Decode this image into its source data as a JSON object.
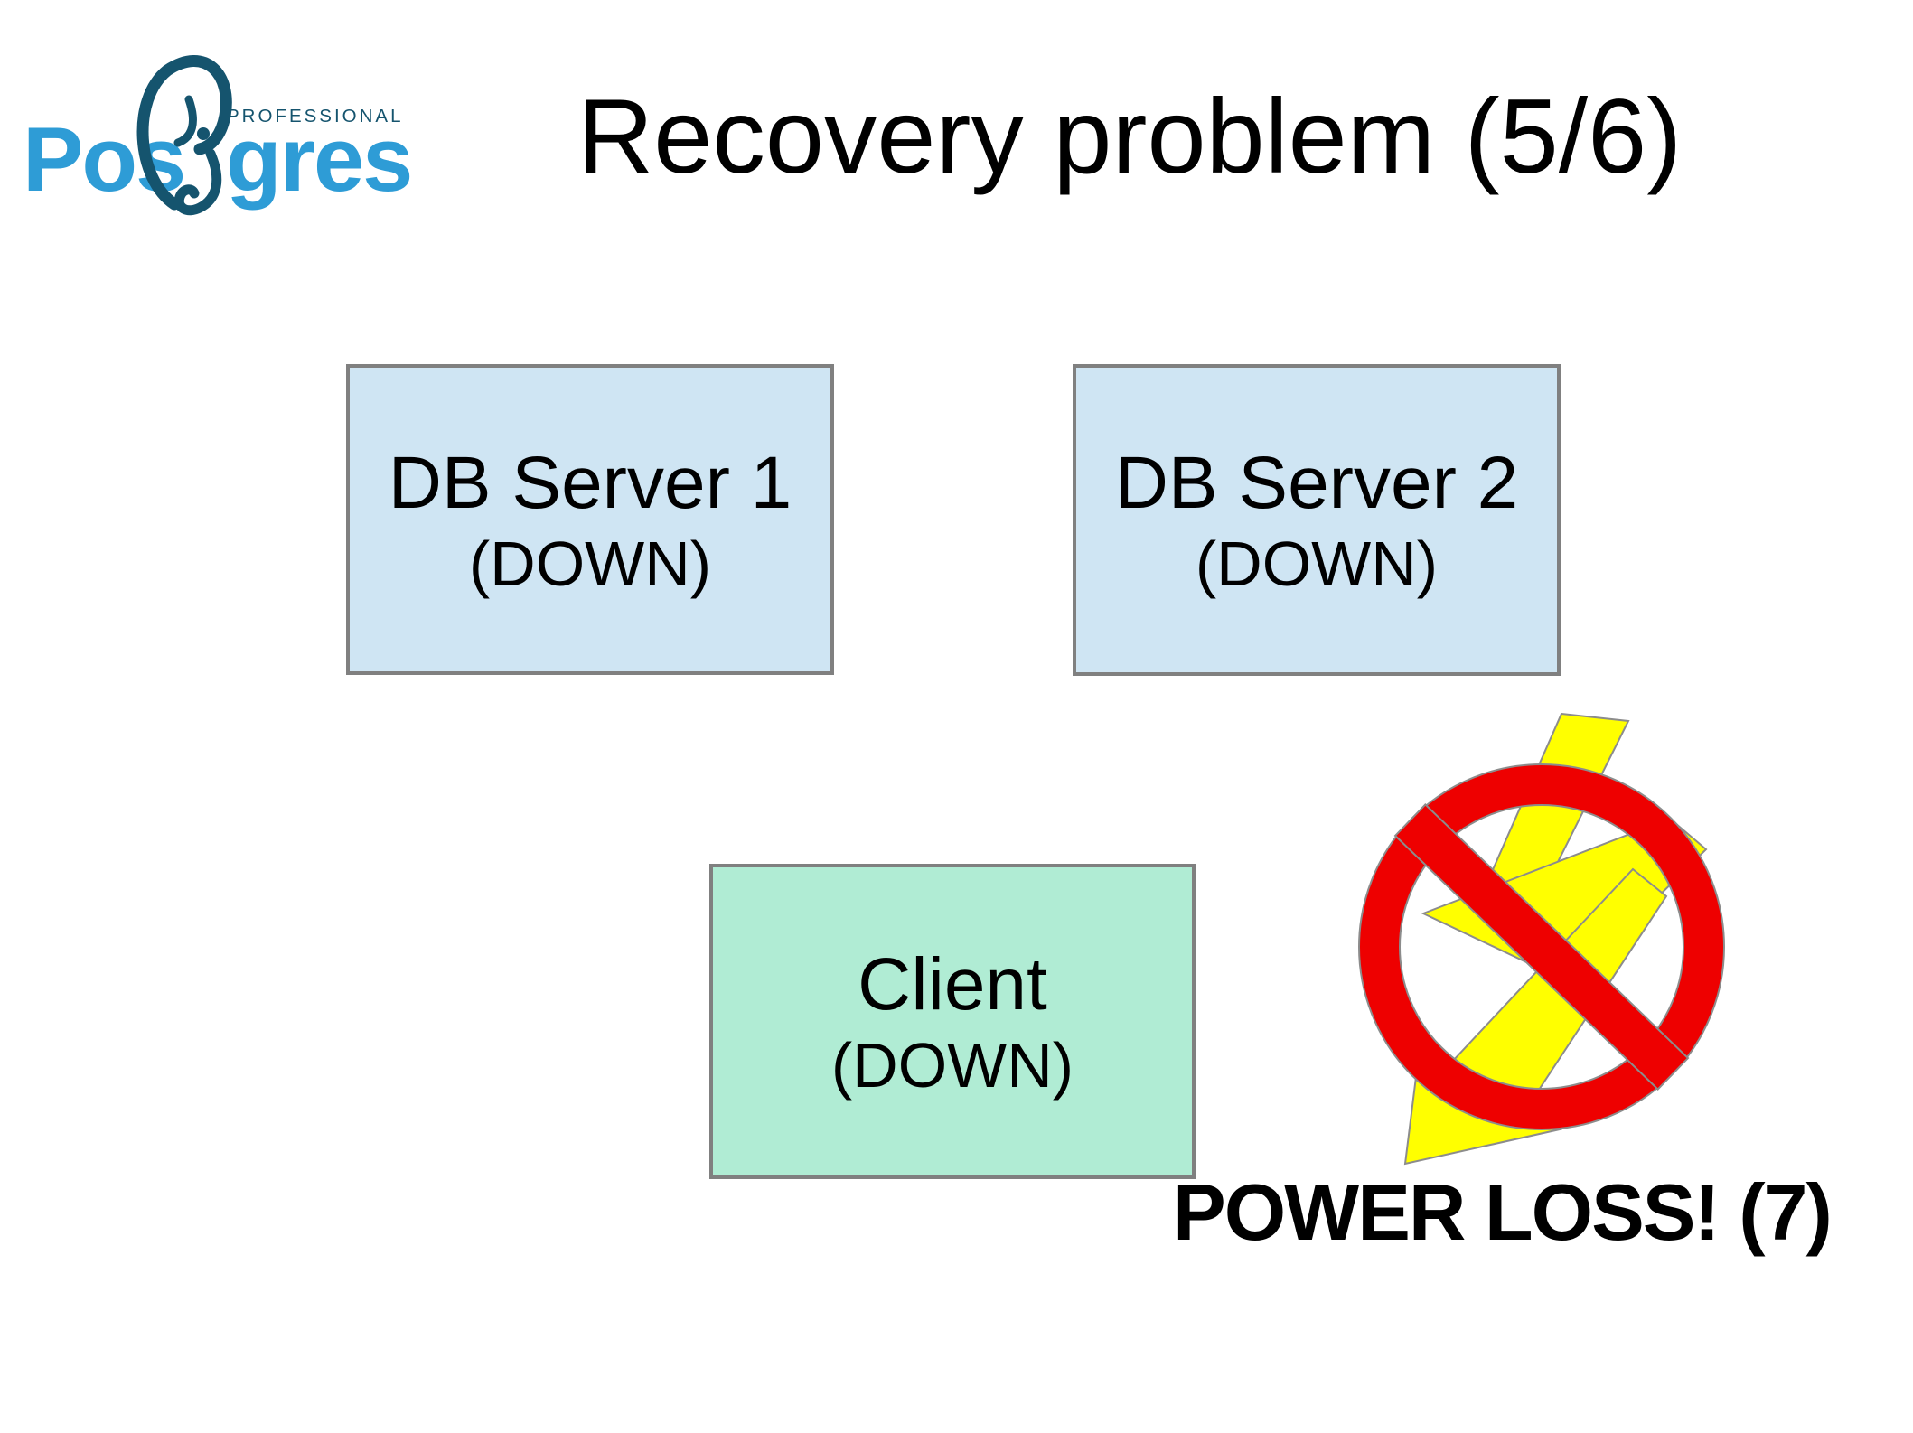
{
  "slide": {
    "title": "Recovery problem (5/6)",
    "background_color": "#ffffff",
    "text_color": "#000000"
  },
  "logo": {
    "brand_prefix": "Pos",
    "brand_suffix": "gres",
    "tagline": "PROFESSIONAL",
    "brand_color": "#2e9cd6",
    "accent_color": "#15546e"
  },
  "diagram": {
    "nodes": [
      {
        "label": "DB Server 1",
        "status": "(DOWN)",
        "fill_color": "#cfe5f3",
        "border_color": "#808080"
      },
      {
        "label": "DB Server 2",
        "status": "(DOWN)",
        "fill_color": "#cfe5f3",
        "border_color": "#808080"
      },
      {
        "label": "Client",
        "status": "(DOWN)",
        "fill_color": "#b0ecd4",
        "border_color": "#808080"
      }
    ]
  },
  "power_outage": {
    "caption": "POWER LOSS! (7)",
    "prohibition_color": "#ee0000",
    "bolt_color": "#ffff00",
    "outline_color": "#8c8c8c"
  }
}
